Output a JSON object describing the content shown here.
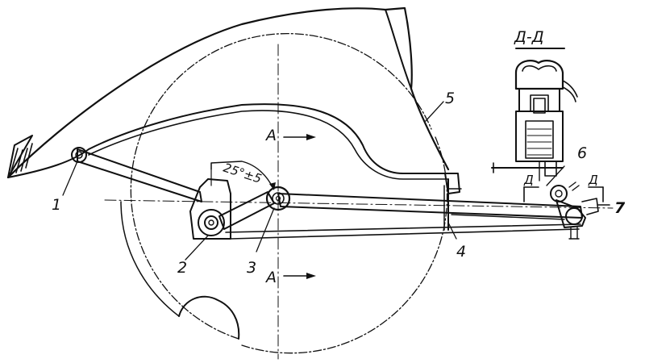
{
  "labels": {
    "part_1": "1",
    "part_2": "2",
    "part_3": "3",
    "part_4": "4",
    "part_5": "5",
    "part_6": "6",
    "part_7": "7",
    "section_top": "A",
    "section_bottom": "A",
    "detail_title": "Д-Д",
    "detail_mark_left": "Д",
    "detail_mark_right": "Д",
    "angle_value": "25°±5"
  },
  "colors": {
    "ink": "#111111",
    "paper": "#ffffff"
  }
}
